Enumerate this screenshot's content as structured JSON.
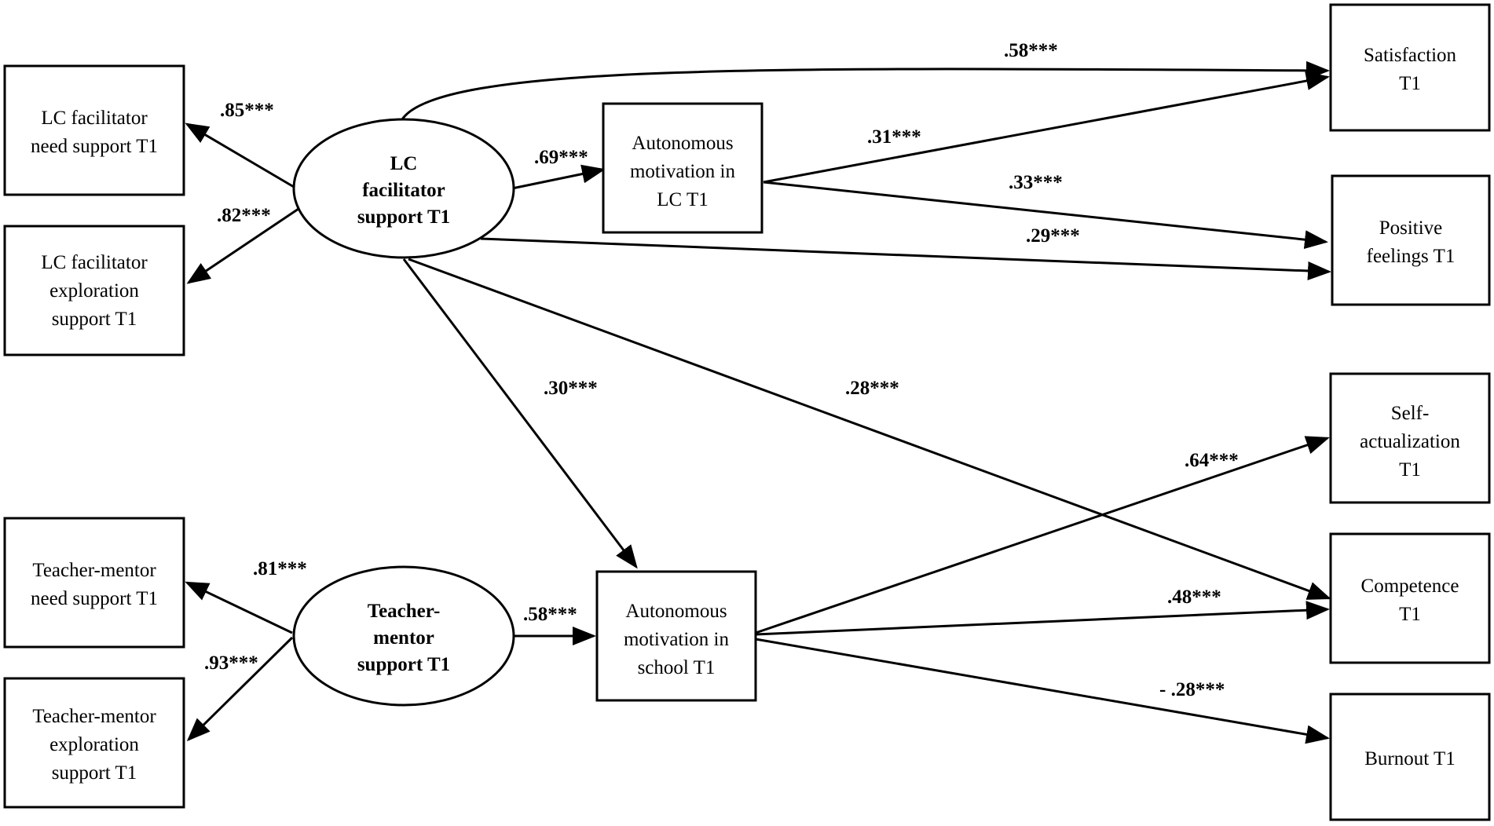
{
  "nodes": {
    "lc_need": [
      "LC facilitator",
      "need support T1"
    ],
    "lc_exploration": [
      "LC facilitator",
      "exploration",
      "support T1"
    ],
    "tm_need": [
      "Teacher-mentor",
      "need support T1"
    ],
    "tm_exploration": [
      "Teacher-mentor",
      "exploration",
      "support T1"
    ],
    "lc_support": [
      "LC",
      "facilitator",
      "support T1"
    ],
    "tm_support": [
      "Teacher-",
      "mentor",
      "support T1"
    ],
    "auto_lc": [
      "Autonomous",
      "motivation in",
      "LC T1"
    ],
    "auto_school": [
      "Autonomous",
      "motivation in",
      "school T1"
    ],
    "satisfaction": [
      "Satisfaction",
      "T1"
    ],
    "positive": [
      "Positive",
      "feelings T1"
    ],
    "self_actualization": [
      "Self-",
      "actualization",
      "T1"
    ],
    "competence": [
      "Competence",
      "T1"
    ],
    "burnout": [
      "Burnout T1"
    ]
  },
  "paths": {
    "lc_to_need": ".85***",
    "lc_to_exploration": ".82***",
    "tm_to_need": ".81***",
    "tm_to_exploration": ".93***",
    "lc_to_auto_lc": ".69***",
    "lc_to_satisfaction": ".58***",
    "auto_lc_to_satisfaction": ".31***",
    "auto_lc_to_positive": ".33***",
    "lc_to_positive": ".29***",
    "lc_to_auto_school": ".30***",
    "lc_to_competence": ".28***",
    "tm_to_auto_school": ".58***",
    "auto_school_to_self": ".64***",
    "auto_school_to_competence": ".48***",
    "auto_school_to_burnout": "- .28***"
  }
}
